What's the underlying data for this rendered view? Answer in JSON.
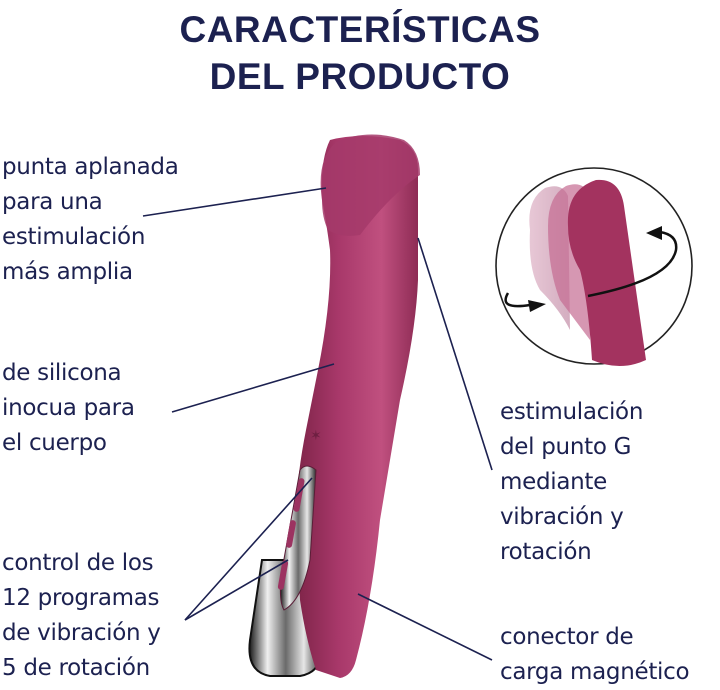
{
  "title": {
    "line1": "CARACTERÍSTICAS",
    "line2": "DEL PRODUCTO"
  },
  "callouts": [
    {
      "id": "tip",
      "text": "punta aplanada\npara una\nestimulación\nmás amplia"
    },
    {
      "id": "silicone",
      "text": "de silicona\ninocua para\nel cuerpo"
    },
    {
      "id": "controls",
      "text": "control de los\n12 programas\nde vibración y\n5 de rotación"
    },
    {
      "id": "gspot",
      "text": "estimulación\ndel punto G\nmediante\nvibración y\nrotación"
    },
    {
      "id": "charger",
      "text": "conector de\ncarga magnético"
    }
  ],
  "colors": {
    "text": "#1c2150",
    "product": "#9c3361",
    "product_light": "#c0507f",
    "chrome": "#9a9a9a",
    "leader_line": "#1c2150"
  },
  "icons": {
    "rotation_arrows": "rotation-arrows-icon",
    "brand_logo": "brand-logo-icon"
  }
}
